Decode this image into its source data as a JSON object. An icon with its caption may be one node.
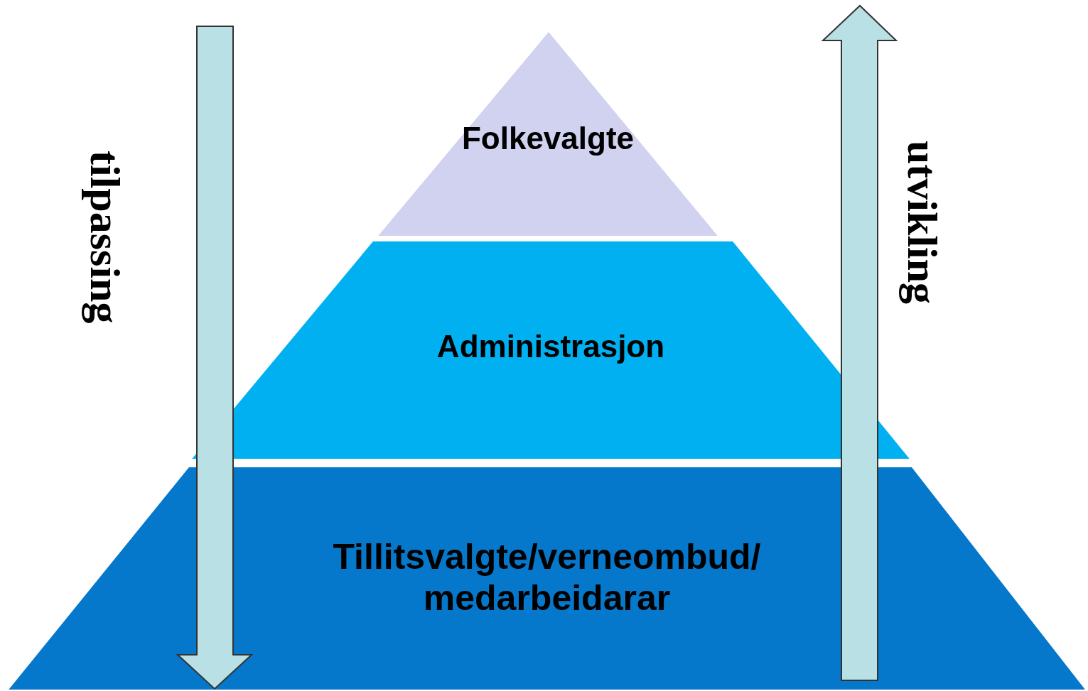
{
  "diagram": {
    "nodes": [
      {
        "text": [
          "Folkevalgte"
        ]
      },
      {
        "text": [
          "Administrasjon"
        ]
      },
      {
        "text": [
          "Tillitsvalgte/verneombud/ medarbeidarar"
        ]
      }
    ],
    "labels": [
      "tilpassing",
      "utvikling"
    ]
  }
}
